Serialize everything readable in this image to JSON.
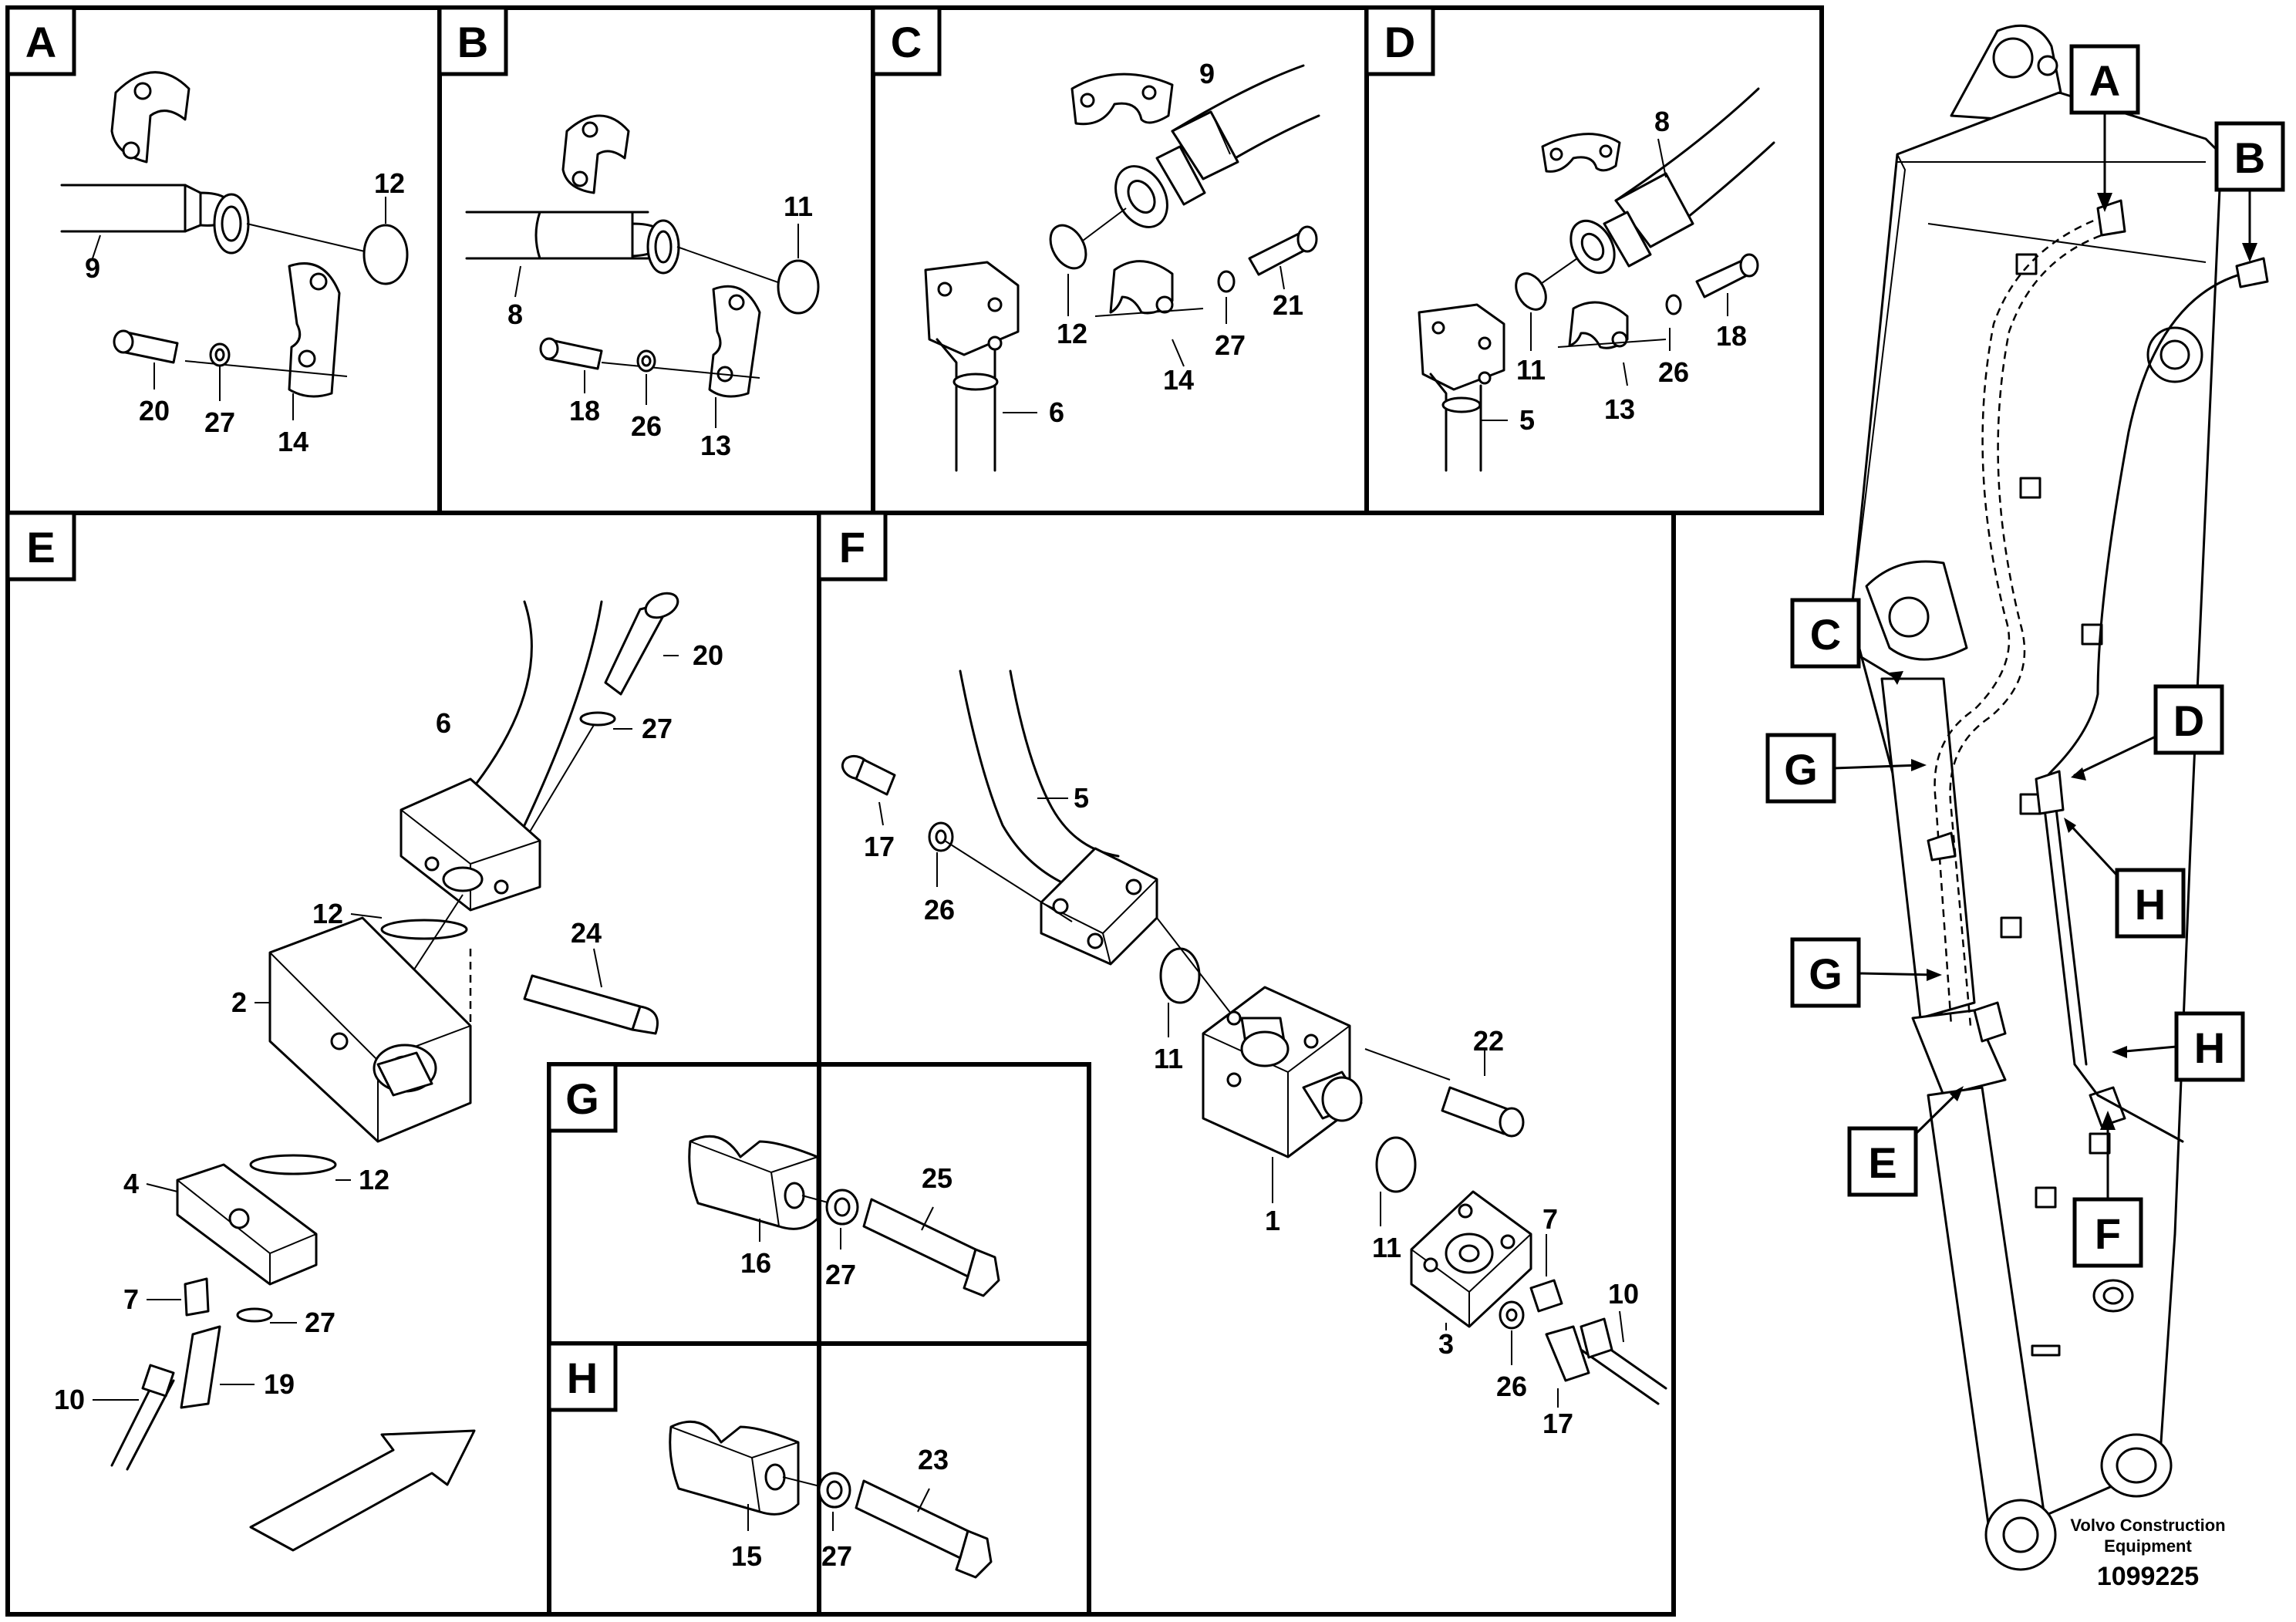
{
  "panels": {
    "A": {
      "label": "A",
      "callouts": [
        "12",
        "9",
        "20",
        "27",
        "14"
      ]
    },
    "B": {
      "label": "B",
      "callouts": [
        "11",
        "8",
        "18",
        "26",
        "13"
      ]
    },
    "C": {
      "label": "C",
      "callouts": [
        "9",
        "12",
        "21",
        "27",
        "14",
        "6"
      ]
    },
    "D": {
      "label": "D",
      "callouts": [
        "8",
        "11",
        "18",
        "26",
        "13",
        "5"
      ]
    },
    "E": {
      "label": "E",
      "callouts": [
        "20",
        "6",
        "27",
        "12",
        "24",
        "2",
        "12",
        "4",
        "7",
        "27",
        "10",
        "19"
      ]
    },
    "F": {
      "label": "F",
      "callouts": [
        "5",
        "17",
        "26",
        "11",
        "22",
        "1",
        "11",
        "7",
        "10",
        "3",
        "26",
        "17"
      ]
    },
    "G": {
      "label": "G",
      "callouts": [
        "25",
        "16",
        "27"
      ]
    },
    "H": {
      "label": "H",
      "callouts": [
        "23",
        "15",
        "27"
      ]
    }
  },
  "overview": {
    "tags": [
      "A",
      "B",
      "C",
      "D",
      "G",
      "H",
      "G",
      "H",
      "E",
      "F"
    ]
  },
  "footer": {
    "company_line1": "Volvo Construction",
    "company_line2": "Equipment",
    "drawing_number": "1099225"
  }
}
